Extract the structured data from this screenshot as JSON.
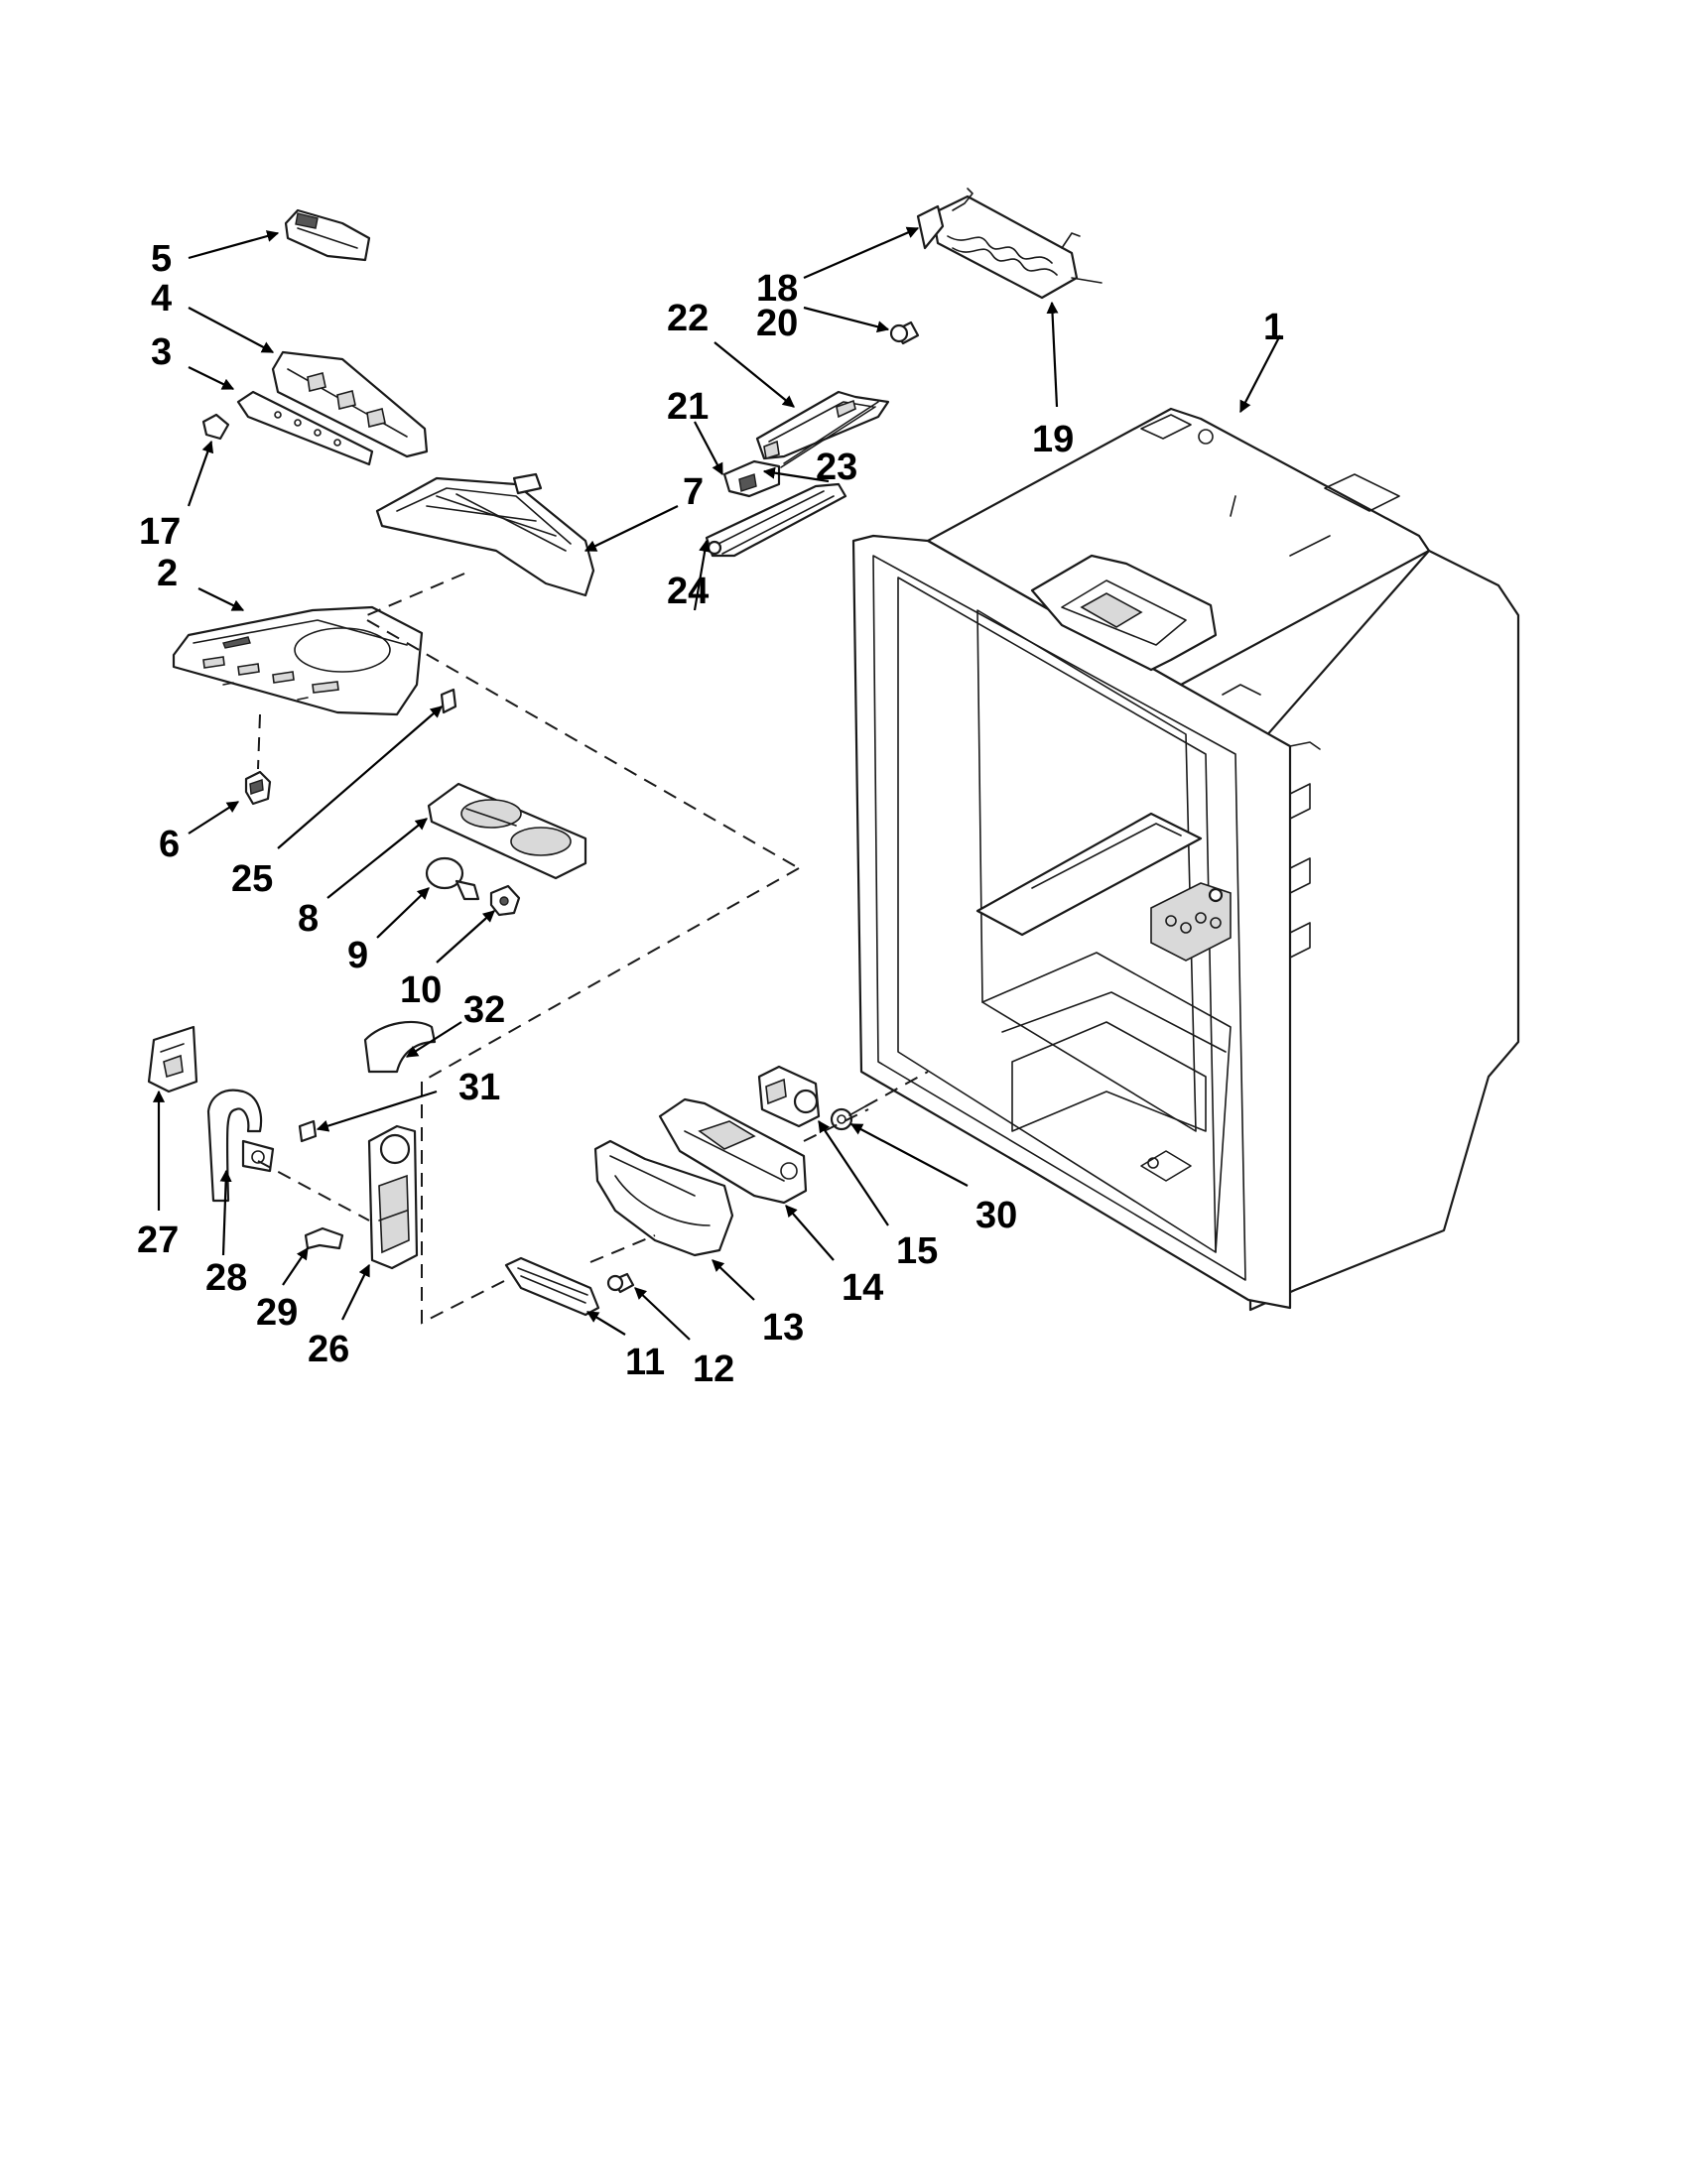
{
  "callouts": [
    "1",
    "2",
    "3",
    "4",
    "5",
    "6",
    "7",
    "8",
    "9",
    "10",
    "11",
    "12",
    "13",
    "14",
    "15",
    "17",
    "18",
    "19",
    "20",
    "21",
    "22",
    "23",
    "24",
    "25",
    "26",
    "27",
    "28",
    "29",
    "30",
    "31",
    "32"
  ]
}
